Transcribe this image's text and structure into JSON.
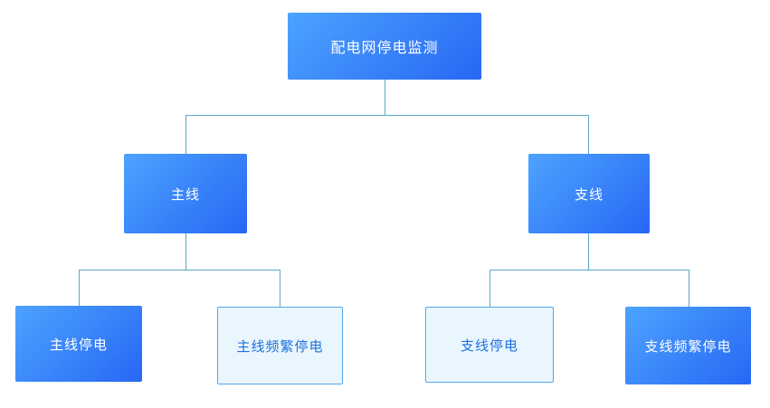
{
  "title": "配电网停电监测",
  "colors": {
    "node_gradient_start": "#4da3ff",
    "node_gradient_end": "#2767f4",
    "light_node_bg": "#eaf6fe",
    "light_node_border": "#55a7e9",
    "light_node_text": "#1e70e0",
    "connector": "#5ea7c9"
  },
  "nodes": {
    "root": {
      "label": "配电网停电监测"
    },
    "main_line": {
      "label": "主线"
    },
    "branch_line": {
      "label": "支线"
    },
    "main_outage": {
      "label": "主线停电"
    },
    "main_frequent_outage": {
      "label": "主线频繁停电"
    },
    "branch_outage": {
      "label": "支线停电"
    },
    "branch_frequent_outage": {
      "label": "支线频繁停电"
    }
  },
  "diagram": {
    "type": "tree",
    "root": "配电网停电监测",
    "children": [
      {
        "label": "主线",
        "children": [
          "主线停电",
          "主线频繁停电"
        ]
      },
      {
        "label": "支线",
        "children": [
          "支线停电",
          "支线频繁停电"
        ]
      }
    ]
  }
}
